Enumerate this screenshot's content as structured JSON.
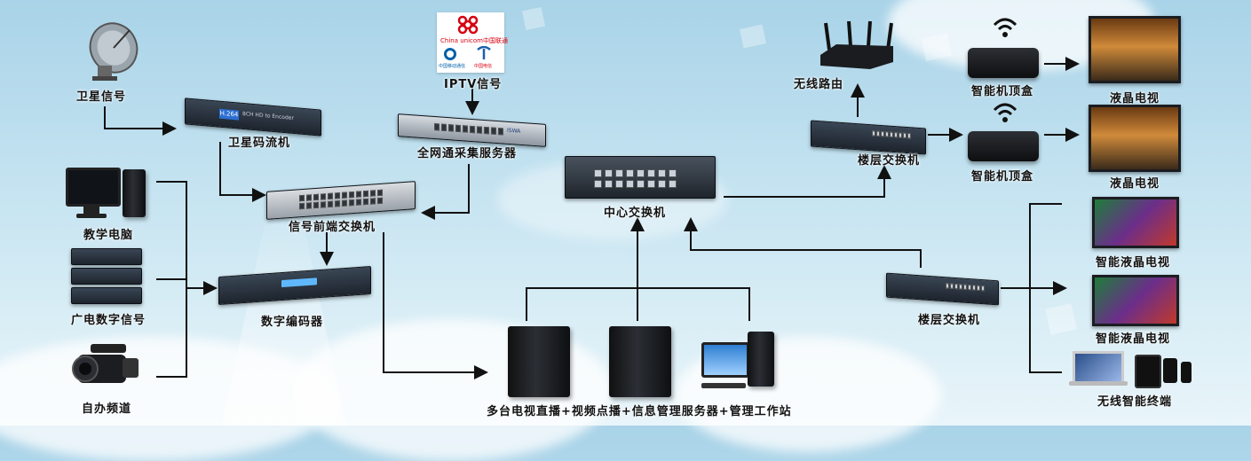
{
  "nodes": {
    "satellite_signal": "卫星信号",
    "satellite_streamer": "卫星码流机",
    "iptv_signal": "IPTV信号",
    "fullnet_server": "全网通采集服务器",
    "teaching_pc": "教学电脑",
    "signal_front_switch": "信号前端交换机",
    "broadcast_digital_signal": "广电数字信号",
    "digital_encoder": "数字编码器",
    "self_channel": "自办频道",
    "center_switch": "中心交换机",
    "server_group": "多台电视直播+视频点播+信息管理服务器+管理工作站",
    "wireless_router": "无线路由",
    "floor_switch_top": "楼层交换机",
    "floor_switch_bottom": "楼层交换机",
    "smart_stb_1": "智能机顶盒",
    "smart_stb_2": "智能机顶盒",
    "lcd_tv_1": "液晶电视",
    "lcd_tv_2": "液晶电视",
    "smart_lcd_tv_1": "智能液晶电视",
    "smart_lcd_tv_2": "智能液晶电视",
    "wireless_terminal": "无线智能终端"
  },
  "devices": {
    "streamer_panel_text": "H.264",
    "streamer_model_text": "8CH HD to Encoder",
    "unicom_logo_text": "China unicom中国联通",
    "mobile_logo_text": "中国移动通信",
    "telecom_logo_text": "中国电信",
    "fullnet_panel_text": "ISWA"
  },
  "colors": {
    "arrow": "#111111",
    "label": "#111111",
    "unicom_red": "#d7000f",
    "mobile_blue": "#0061a8",
    "telecom_blue": "#1b5fae"
  }
}
